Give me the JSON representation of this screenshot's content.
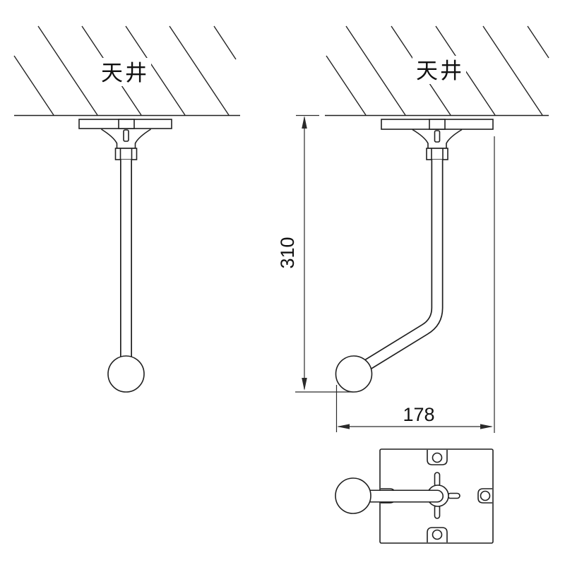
{
  "drawing": {
    "type": "technical-drawing",
    "views": {
      "front_view": "ceiling-mounted pendant, straight stem with ball end",
      "side_view": "ceiling-mounted pendant, bent stem with ball end",
      "top_view": "mounting plate seen from below with screw tabs and wing bolt"
    },
    "labels": {
      "ceiling_left": "天井",
      "ceiling_right": "天井"
    },
    "dimensions": {
      "vertical_mm": "310",
      "horizontal_mm": "178"
    },
    "colors": {
      "line": "#1f1f1f",
      "background": "#ffffff"
    }
  }
}
